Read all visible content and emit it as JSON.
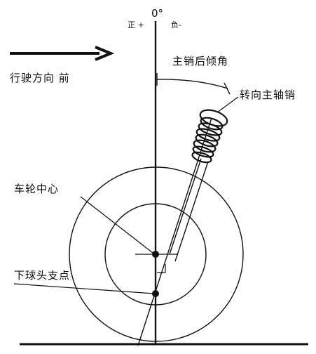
{
  "labels": {
    "zero": "0°",
    "positive": "正 +",
    "negative": "负-",
    "direction": "行驶方向  前",
    "caster_angle": "主销后倾角",
    "kingpin": "转向主轴销",
    "wheel_center": "车轮中心",
    "lower_ball_joint": "下球头支点"
  },
  "colors": {
    "ink": "#111111",
    "background": "#ffffff"
  }
}
